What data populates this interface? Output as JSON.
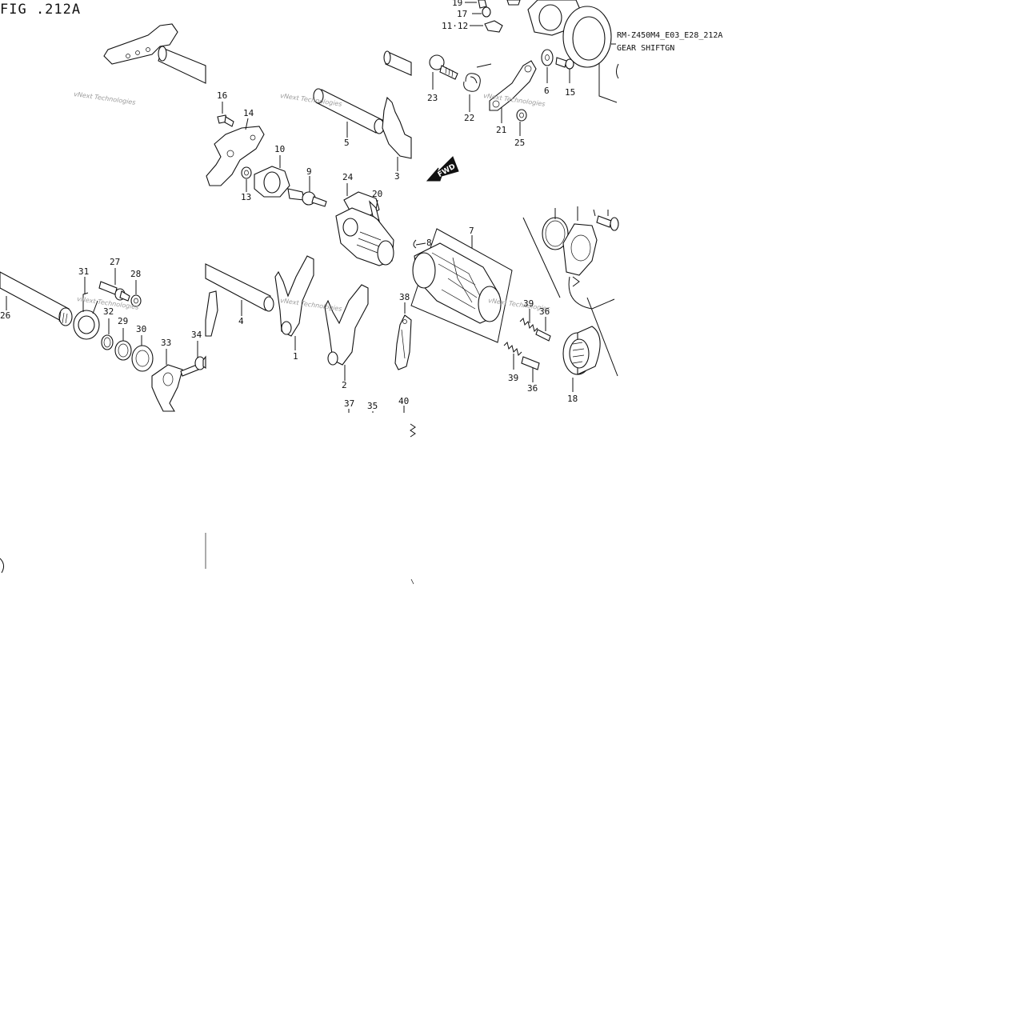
{
  "figure": {
    "title": "FIG .212A",
    "code": "RM-Z450M4_E03_E28_212A",
    "name": "GEAR SHIFTGN",
    "watermark": "vNext Technologies",
    "fwd_label": "FWD"
  },
  "callouts": [
    "19",
    "17",
    "11·12",
    "23",
    "22",
    "21",
    "25",
    "6",
    "15",
    "16",
    "14",
    "10",
    "9",
    "13",
    "5",
    "3",
    "24",
    "20",
    "8",
    "7",
    "31",
    "27",
    "28",
    "32",
    "29",
    "30",
    "26",
    "33",
    "34",
    "4",
    "1",
    "2",
    "38",
    "39",
    "36",
    "39",
    "36",
    "18",
    "37",
    "35",
    "40"
  ]
}
